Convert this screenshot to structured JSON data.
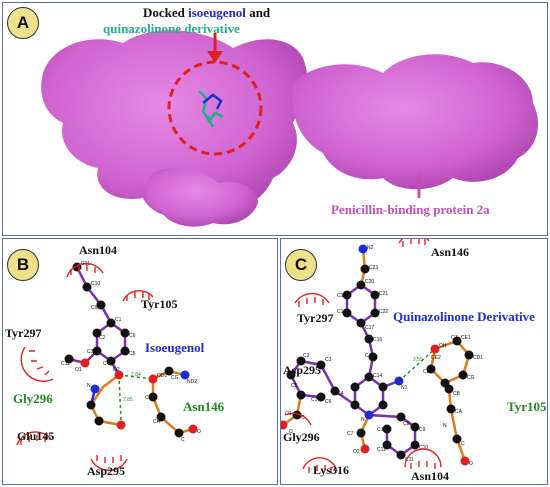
{
  "panel_a": {
    "badge": "A",
    "title_line1_prefix": "Docked",
    "title_line1_ligand": "isoeugenol",
    "title_line1_suffix": "and",
    "title_line2": "quinazolinone derivative",
    "protein_label": "Penicillin-binding protein 2a",
    "colors": {
      "surface": "#d064d0",
      "isoeugenol": "#1f2bd0",
      "quinazolinone": "#1fb08a",
      "circle": "#e02020",
      "protein_label": "#c050b8"
    }
  },
  "panel_b": {
    "badge": "B",
    "ligand_name": "Isoeugenol",
    "residues": [
      "Asn104",
      "Tyr105",
      "Tyr297",
      "Gly296",
      "Glu145",
      "Asp295"
    ],
    "hbond_partner": "Asn146",
    "distances": [
      "2.84",
      "2.85"
    ],
    "atoms": [
      "C11",
      "C10",
      "C9",
      "C1",
      "C6",
      "C2",
      "C5",
      "C3",
      "C4",
      "C12",
      "O1",
      "O2",
      "OD1",
      "ND2",
      "CG",
      "CB",
      "CA",
      "C",
      "O",
      "N"
    ]
  },
  "panel_c": {
    "badge": "C",
    "ligand_name": "Quinazolinone Derivative",
    "residues": [
      "Asn146",
      "Tyr297",
      "Asp295",
      "Gly296",
      "Lys316",
      "Asn104"
    ],
    "hbond_partner": "Tyr105",
    "distances": [
      "2.55"
    ],
    "atoms": [
      "N2",
      "C23",
      "C20",
      "C21",
      "C19",
      "C22",
      "C18",
      "C17",
      "C16",
      "C15",
      "C14",
      "N1",
      "OH",
      "CZ",
      "CE1",
      "CE2",
      "CD1",
      "CD2",
      "CG",
      "CB",
      "CA",
      "C",
      "O",
      "N",
      "C8",
      "C9",
      "C10",
      "C11",
      "C12",
      "C13",
      "N",
      "C7",
      "O2",
      "C6",
      "C1",
      "C2",
      "C3",
      "C4",
      "C5",
      "O1",
      "O",
      "C"
    ]
  }
}
